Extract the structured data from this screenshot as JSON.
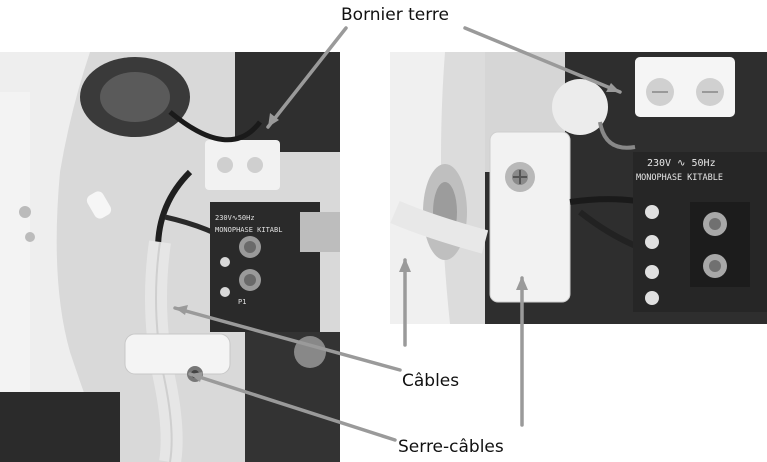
{
  "callouts": {
    "bornier": "Bornier terre",
    "cables": "Câbles",
    "serre": "Serre-câbles"
  },
  "plate_labels": {
    "voltage": "230V ∿ 50Hz",
    "model": "MONOPHASE KITABLE",
    "left_voltage": "230V∿50Hz",
    "left_model": "MONOPHASE KITABL",
    "left_marker": "P1"
  },
  "colors": {
    "leader": "#9a9a9a",
    "panel": "#2a2a2a",
    "plastic": "#e4e4e4"
  }
}
